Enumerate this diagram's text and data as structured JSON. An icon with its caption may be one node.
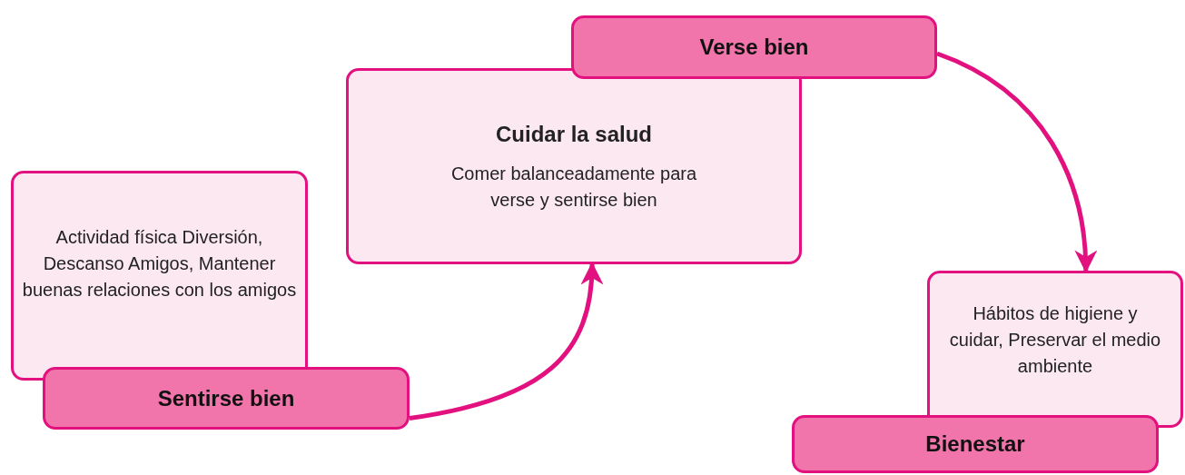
{
  "diagram": {
    "nodes": [
      {
        "text": [
          "Actividad física Diversión, Descanso Amigos, Mantener buenas relaciones con los amigos"
        ]
      },
      {
        "text": [
          "Sentirse bien"
        ]
      },
      {
        "text": [
          "Cuidar la salud",
          "Comer balanceadamente para verse y sentirse bien"
        ]
      },
      {
        "text": [
          "Verse bien"
        ]
      },
      {
        "text": [
          "Hábitos de higiene y cuidar, Preservar el medio ambiente"
        ]
      },
      {
        "text": [
          "Bienestar"
        ]
      }
    ],
    "edges": [
      {
        "from": 1,
        "to": 2,
        "arrow": "to"
      },
      {
        "from": 3,
        "to": 4,
        "arrow": "to"
      }
    ]
  }
}
